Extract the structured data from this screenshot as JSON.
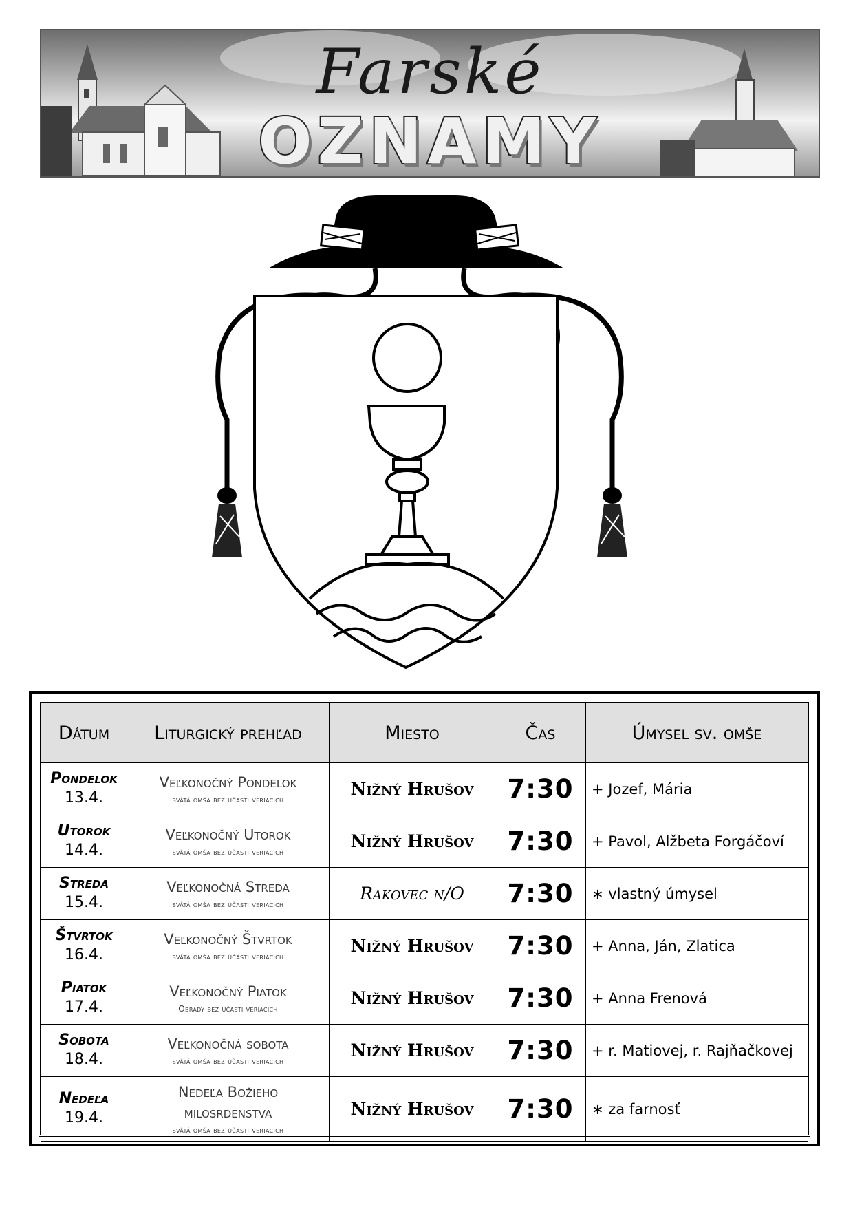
{
  "banner": {
    "title_top": "Farské",
    "title_main": "OZNAMY"
  },
  "table": {
    "headers": [
      "Dátum",
      "Liturgický prehľad",
      "Miesto",
      "Čas",
      "Úmysel sv. omše"
    ],
    "rows": [
      {
        "day": "Pondelok",
        "date": "13.4.",
        "lit_title": "Veľkonočný Pondelok",
        "lit_title2": "",
        "lit_sub": "svätá omša bez účasti veriacich",
        "place": "Nižný Hrušov",
        "time": "7:30",
        "intent": "+ Jozef, Mária"
      },
      {
        "day": "Utorok",
        "date": "14.4.",
        "lit_title": "Veľkonočný Utorok",
        "lit_title2": "",
        "lit_sub": "svätá omša bez účasti veriacich",
        "place": "Nižný Hrušov",
        "time": "7:30",
        "intent": "+ Pavol, Alžbeta Forgáčoví"
      },
      {
        "day": "Streda",
        "date": "15.4.",
        "lit_title": "Veľkonočná Streda",
        "lit_title2": "",
        "lit_sub": "svätá omša bez účasti veriacich",
        "place": "Rakovec n/O",
        "time": "7:30",
        "intent": "∗ vlastný úmysel"
      },
      {
        "day": "Štvrtok",
        "date": "16.4.",
        "lit_title": "Veľkonočný Štvrtok",
        "lit_title2": "",
        "lit_sub": "svätá omša bez účasti veriacich",
        "place": "Nižný Hrušov",
        "time": "7:30",
        "intent": "+ Anna, Ján, Zlatica"
      },
      {
        "day": "Piatok",
        "date": "17.4.",
        "lit_title": "Veľkonočný Piatok",
        "lit_title2": "",
        "lit_sub": "Obrady bez účasti veriacich",
        "place": "Nižný Hrušov",
        "time": "7:30",
        "intent": "+ Anna Frenová"
      },
      {
        "day": "Sobota",
        "date": "18.4.",
        "lit_title": "Veľkonočná sobota",
        "lit_title2": "",
        "lit_sub": "svätá omša bez účasti veriacich",
        "place": "Nižný Hrušov",
        "time": "7:30",
        "intent": "+ r. Matiovej, r. Rajňačkovej"
      },
      {
        "day": "Nedeľa",
        "date": "19.4.",
        "lit_title": "Nedeľa Božieho",
        "lit_title2": "milosrdenstva",
        "lit_sub": "svätá omša bez účasti veriacich",
        "place": "Nižný Hrušov",
        "time": "7:30",
        "intent": "∗ za farnosť"
      }
    ]
  }
}
